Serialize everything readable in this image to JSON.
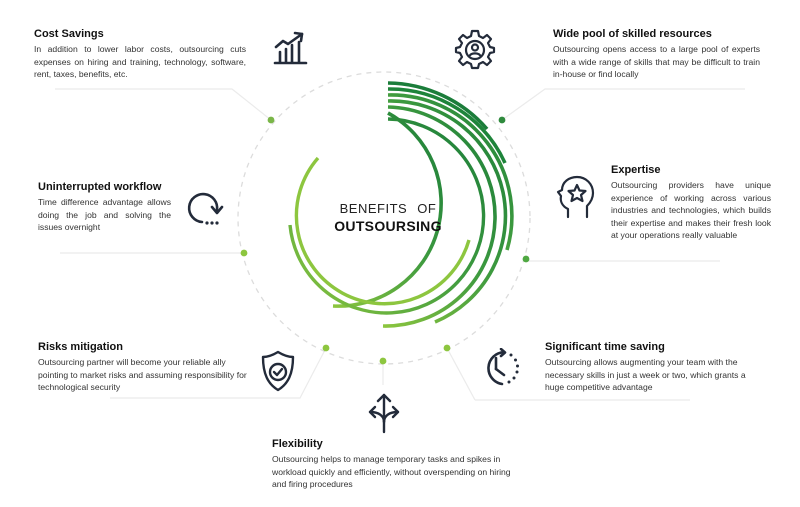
{
  "center": {
    "line1": "BENEFITS  OF",
    "line2": "OUTSOURSING"
  },
  "benefits": [
    {
      "id": "cost-savings",
      "title": "Cost Savings",
      "text": "In addition to lower labor costs, outsourcing cuts expenses on hiring and training, technology, software, rent, taxes, benefits, etc.",
      "icon": "growth-chart-icon"
    },
    {
      "id": "wide-pool",
      "title": "Wide pool of skilled resources",
      "text": "Outsourcing opens access to a large pool of experts with a wide range of skills that may be difficult to train in-house or find locally",
      "icon": "gear-person-icon"
    },
    {
      "id": "uninterrupted-workflow",
      "title": "Uninterrupted workflow",
      "text": "Time difference advantage allows doing the job and solving the issues overnight",
      "icon": "clockwise-arrow-icon"
    },
    {
      "id": "expertise",
      "title": "Expertise",
      "text": "Outsourcing providers have unique experience of working across various industries and technologies, which builds their expertise and makes their fresh look at your operations really valuable",
      "icon": "head-star-icon"
    },
    {
      "id": "risks-mitigation",
      "title": "Risks mitigation",
      "text": "Outsourcing partner will become your reliable ally pointing to market risks and assuming responsibility for technological security",
      "icon": "shield-check-icon"
    },
    {
      "id": "time-saving",
      "title": "Significant time saving",
      "text": "Outsourcing allows augmenting your team with the necessary skills in just a week or two, which grants a huge competitive advantage",
      "icon": "clock-icon"
    },
    {
      "id": "flexibility",
      "title": "Flexibility",
      "text": "Outsourcing helps to manage temporary tasks and spikes in workload quickly and efficiently, without overspending on hiring and firing procedures",
      "icon": "split-arrows-icon"
    }
  ],
  "colors": {
    "dark_green": "#1b7d3a",
    "mid_green": "#4fa842",
    "light_green": "#8dc63f",
    "dot_green": "#7ab648",
    "icon_navy": "#232b3a",
    "connector_gray": "#e6e6e6"
  }
}
